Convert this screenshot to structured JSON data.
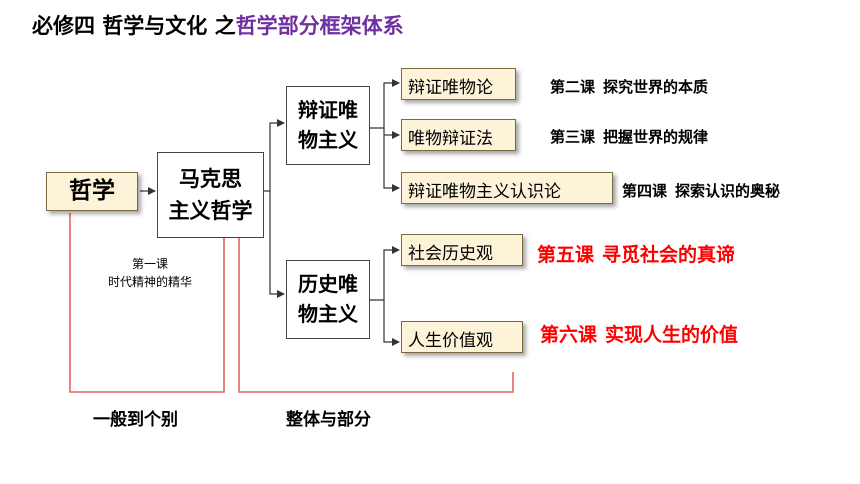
{
  "title": {
    "prefix": "必修四  哲学与文化  之",
    "accent": "哲学部分框架体系"
  },
  "root": "哲学",
  "marxism": {
    "line1": "马克思",
    "line2": "主义哲学"
  },
  "dialectical_materialism": {
    "line1": "辩证唯",
    "line2": "物主义"
  },
  "historical_materialism": {
    "line1": "历史唯",
    "line2": "物主义"
  },
  "topics": [
    {
      "label": "辩证唯物论",
      "lesson": "第二课",
      "lesson_title": "探究世界的本质"
    },
    {
      "label": "唯物辩证法",
      "lesson": "第三课",
      "lesson_title": "把握世界的规律"
    },
    {
      "label": "辩证唯物主义认识论",
      "lesson": "第四课",
      "lesson_title": "探索认识的奥秘"
    },
    {
      "label": "社会历史观",
      "lesson": "第五课",
      "lesson_title": "寻觅社会的真谛"
    },
    {
      "label": "人生价值观",
      "lesson": "第六课",
      "lesson_title": "实现人生的价值"
    }
  ],
  "lesson1": {
    "line1": "第一课",
    "line2": "时代精神的精华"
  },
  "bottom_labels": {
    "general_particular": "一般到个别",
    "whole_part": "整体与部分"
  },
  "colors": {
    "accent": "#7030a0",
    "highlight": "#ff0000",
    "bracket": "#e06666",
    "box_fill": "#fdf3d8"
  }
}
